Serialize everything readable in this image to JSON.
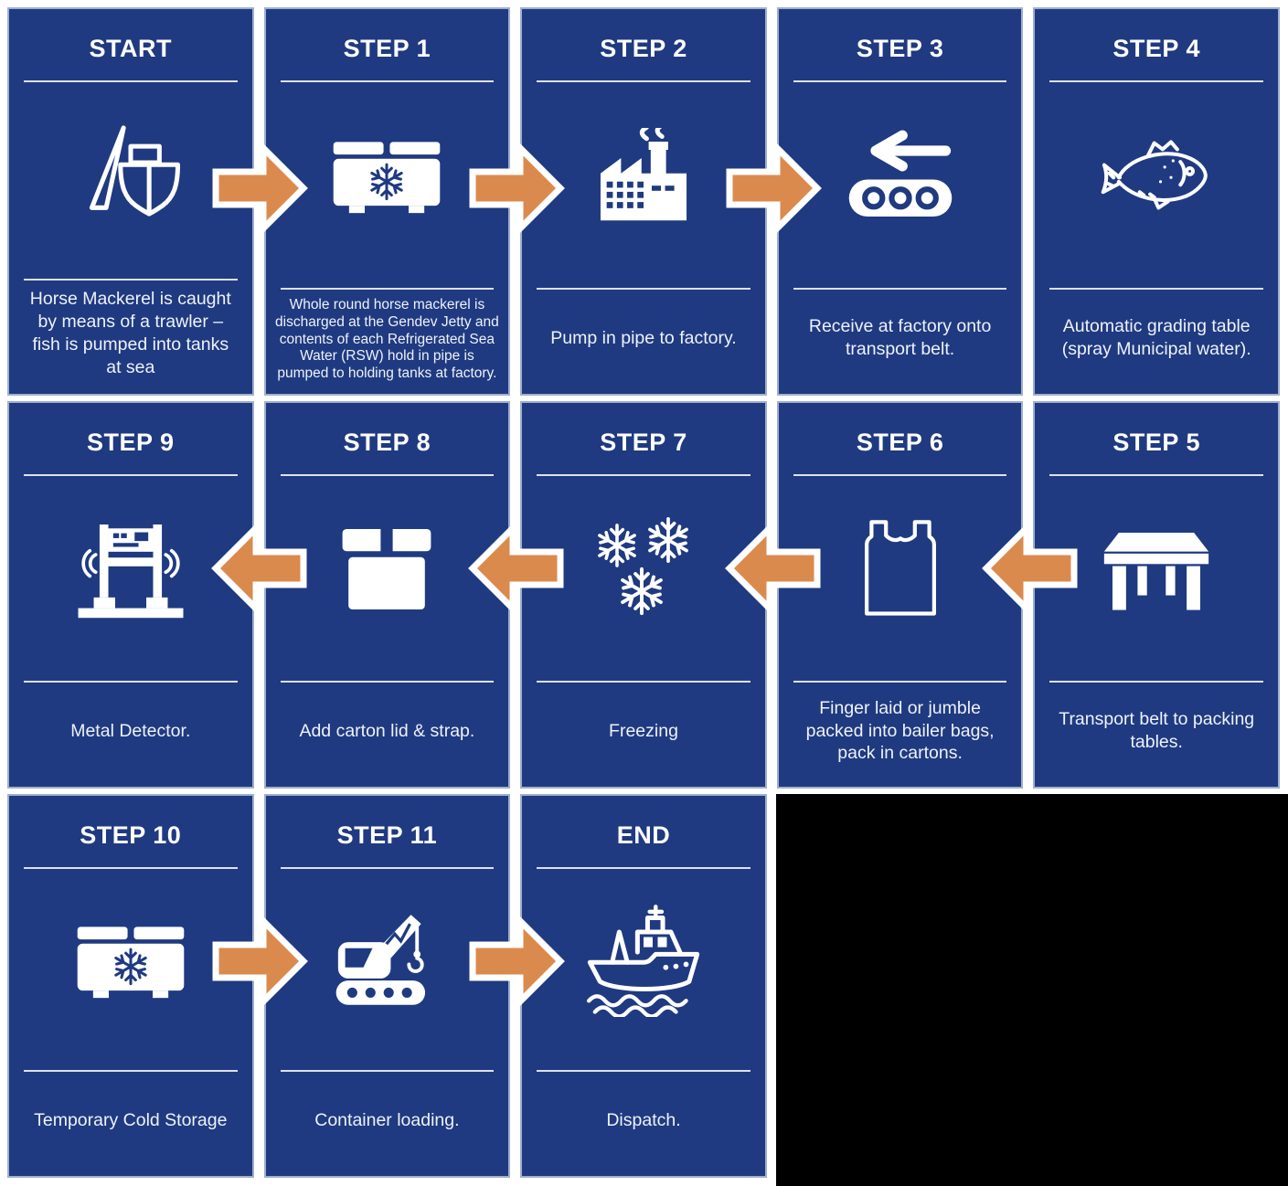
{
  "palette": {
    "card_blue": "#1f3a80",
    "arrow_orange": "#db8a4e",
    "card_border": "#9fafce",
    "divider": "#ffffff",
    "text": "#ffffff",
    "filler_black": "#000000",
    "background": "#ffffff"
  },
  "cards": [
    {
      "title": "START",
      "icon": "trawler-icon",
      "description": "Horse Mackerel is caught by means of a trawler – fish is pumped into tanks at sea"
    },
    {
      "title": "STEP 1",
      "icon": "refrigerated-hold-icon",
      "description": "Whole round horse mackerel is discharged at the Gendev Jetty and contents of each Refrigerated Sea Water (RSW) hold in pipe is pumped to holding tanks at factory."
    },
    {
      "title": "STEP 2",
      "icon": "factory-icon",
      "description": "Pump in pipe to factory."
    },
    {
      "title": "STEP 3",
      "icon": "conveyor-belt-icon",
      "description": "Receive at factory onto transport belt."
    },
    {
      "title": "STEP 4",
      "icon": "fish-icon",
      "description": "Automatic grading table (spray Municipal water)."
    },
    {
      "title": "STEP 9",
      "icon": "metal-detector-icon",
      "description": "Metal Detector."
    },
    {
      "title": "STEP 8",
      "icon": "carton-box-icon",
      "description": "Add carton lid & strap."
    },
    {
      "title": "STEP 7",
      "icon": "snowflakes-icon",
      "description": "Freezing"
    },
    {
      "title": "STEP 6",
      "icon": "bailer-bag-icon",
      "description": "Finger laid or jumble packed into bailer bags, pack in cartons."
    },
    {
      "title": "STEP 5",
      "icon": "packing-table-icon",
      "description": "Transport belt to packing tables."
    },
    {
      "title": "STEP 10",
      "icon": "cold-storage-icon",
      "description": "Temporary Cold Storage"
    },
    {
      "title": "STEP 11",
      "icon": "crane-icon",
      "description": "Container loading."
    },
    {
      "title": "END",
      "icon": "ship-icon",
      "description": "Dispatch."
    }
  ]
}
